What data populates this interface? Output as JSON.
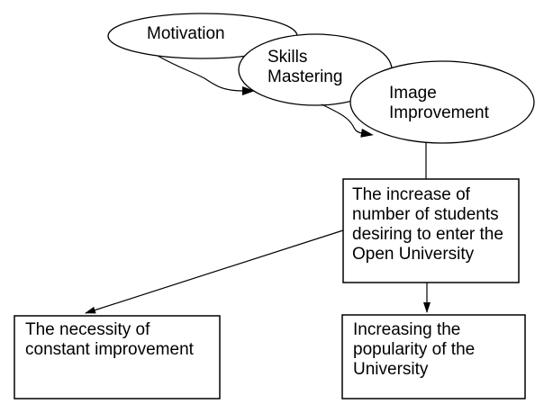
{
  "diagram": {
    "background_color": "#ffffff",
    "stroke_color": "#000000",
    "shape_fill_color": "#ffffff",
    "bubbles": [
      {
        "name": "motivation",
        "lines": [
          "Motivation"
        ]
      },
      {
        "name": "skills-mastering",
        "lines": [
          "Skills",
          "Mastering"
        ]
      },
      {
        "name": "image-improvement",
        "lines": [
          "Image",
          "Improvement"
        ]
      }
    ],
    "boxes": [
      {
        "name": "increase-of-students",
        "lines": [
          "The increase of",
          "number of students",
          "desiring to enter the",
          "Open University"
        ]
      },
      {
        "name": "necessity-of-improvement",
        "lines": [
          "The necessity of",
          "constant improvement"
        ]
      },
      {
        "name": "increasing-popularity",
        "lines": [
          "Increasing the",
          "popularity of the",
          "University"
        ]
      }
    ],
    "connectors": [
      {
        "name": "motivation-to-skills",
        "type": "curved-arrow"
      },
      {
        "name": "skills-to-image",
        "type": "curved-arrow"
      },
      {
        "name": "image-to-increase-box",
        "type": "plain-line"
      },
      {
        "name": "increase-box-to-necessity-box",
        "type": "straight-arrow"
      },
      {
        "name": "increase-box-to-popularity-box",
        "type": "straight-arrow"
      }
    ]
  }
}
